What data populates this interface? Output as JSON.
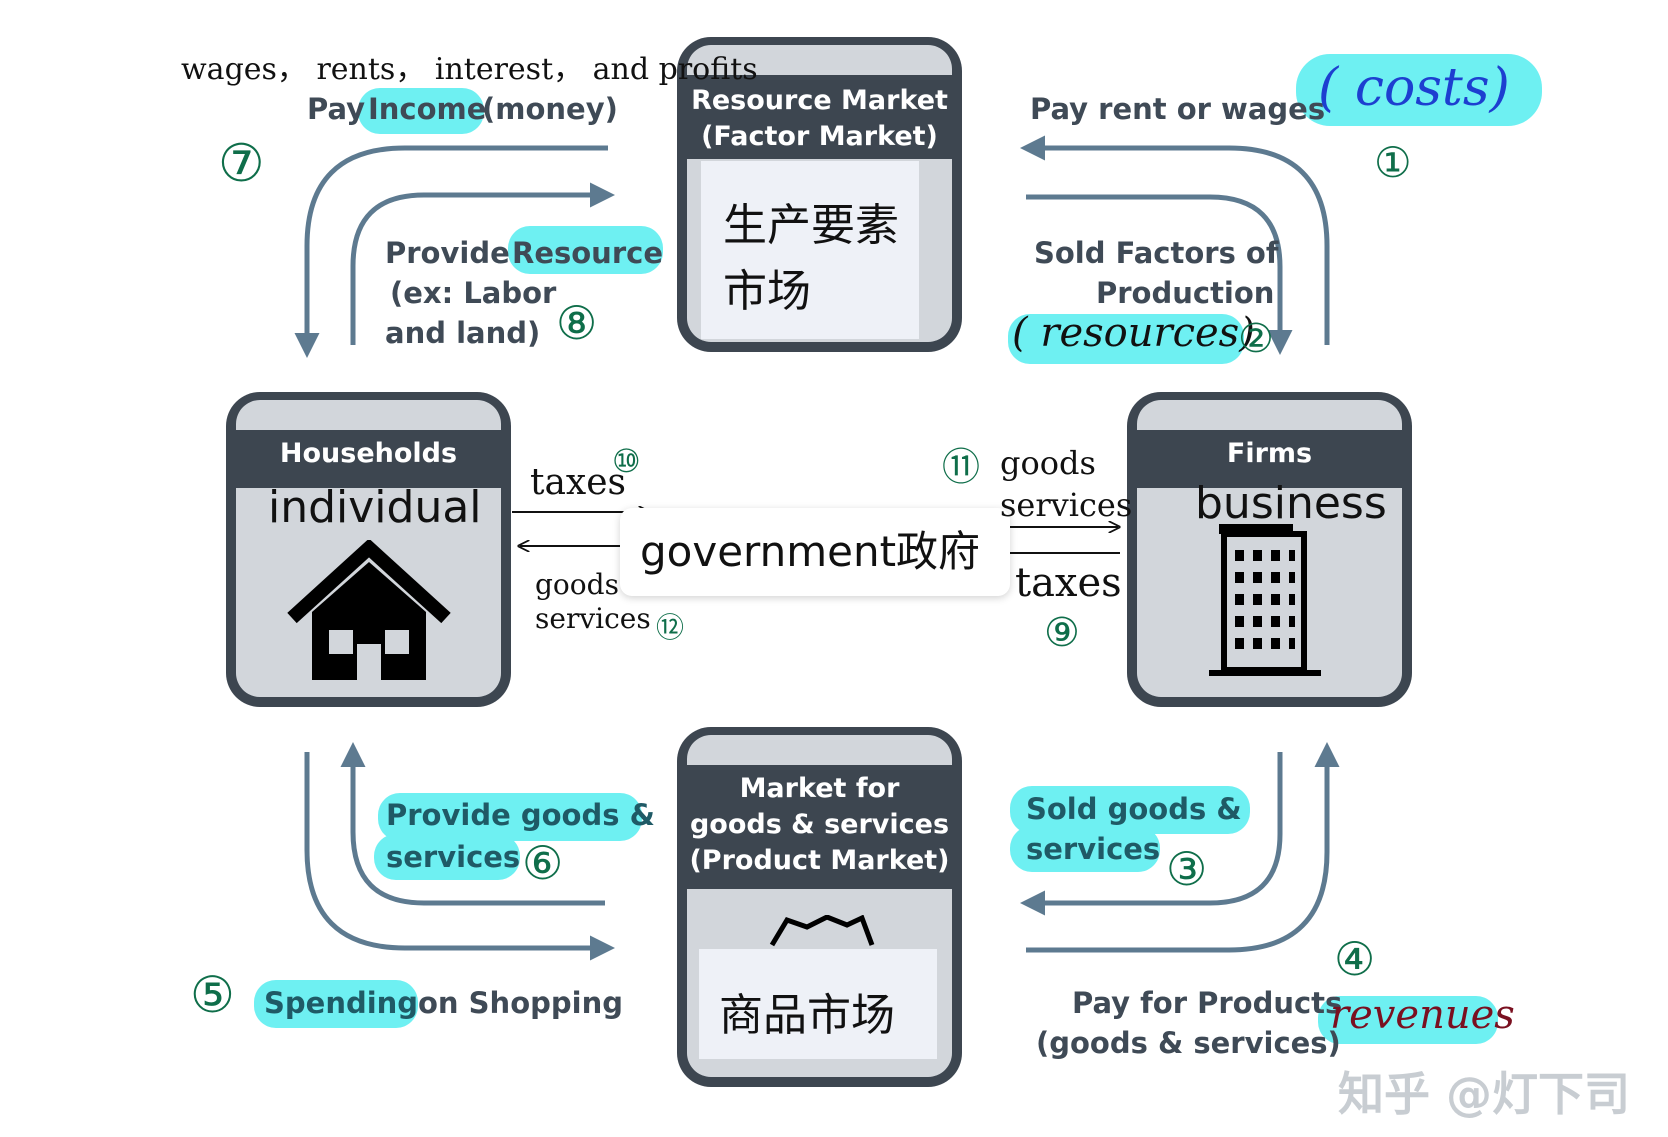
{
  "boxes": {
    "resource": {
      "title_line1": "Resource Market",
      "title_line2": "(Factor Market)",
      "cn_line1": "生产要素",
      "cn_line2": "市场"
    },
    "households": {
      "title": "Households",
      "subtitle": "individual"
    },
    "firms": {
      "title": "Firms",
      "subtitle": "business"
    },
    "product": {
      "title_line1": "Market for",
      "title_line2": "goods & services",
      "title_line3": "(Product Market)",
      "cn": "商品市场"
    }
  },
  "government": {
    "label": "government政府"
  },
  "labels": {
    "wages": "wages， rents， interest， and profits",
    "pay_prefix": "Pay",
    "income": "Income",
    "money": "(money)",
    "provide_prefix": "Provide",
    "resource": "Resource",
    "ex_labor": "(ex: Labor",
    "and_land": "and land)",
    "pay_rent": "Pay rent or wages",
    "costs": "( costs)",
    "sold_factors_1": "Sold Factors of",
    "sold_factors_2": "Production",
    "resources": "( resources)",
    "taxes_left": "taxes",
    "goods_left": "goods",
    "services_left": "services",
    "goods_right": "goods",
    "services_right": "services",
    "taxes_right": "taxes",
    "provide_goods_1": "Provide goods &",
    "provide_goods_2": "services",
    "sold_goods_1": "Sold goods &",
    "sold_goods_2": "services",
    "spending": "Spending",
    "on_shopping": "on Shopping",
    "pay_products_1": "Pay for Products",
    "pay_products_2": "(goods & services)",
    "revenues": "revenues"
  },
  "numbers": {
    "n1": "①",
    "n2": "②",
    "n3": "③",
    "n4": "④",
    "n5": "⑤",
    "n6": "⑥",
    "n7": "⑦",
    "n8": "⑧",
    "n9": "⑨",
    "n10": "⑩",
    "n11": "⑪",
    "n12": "⑫"
  },
  "watermark": "知乎 @灯下司",
  "colors": {
    "arrow": "#5d7a90",
    "box_dark": "#3d4650",
    "box_light": "#d2d6db",
    "highlight": "#6ef0f2",
    "ink_blue": "#1d3fd0",
    "ink_green": "#0f6e4a",
    "ink_red": "#7a1020"
  }
}
